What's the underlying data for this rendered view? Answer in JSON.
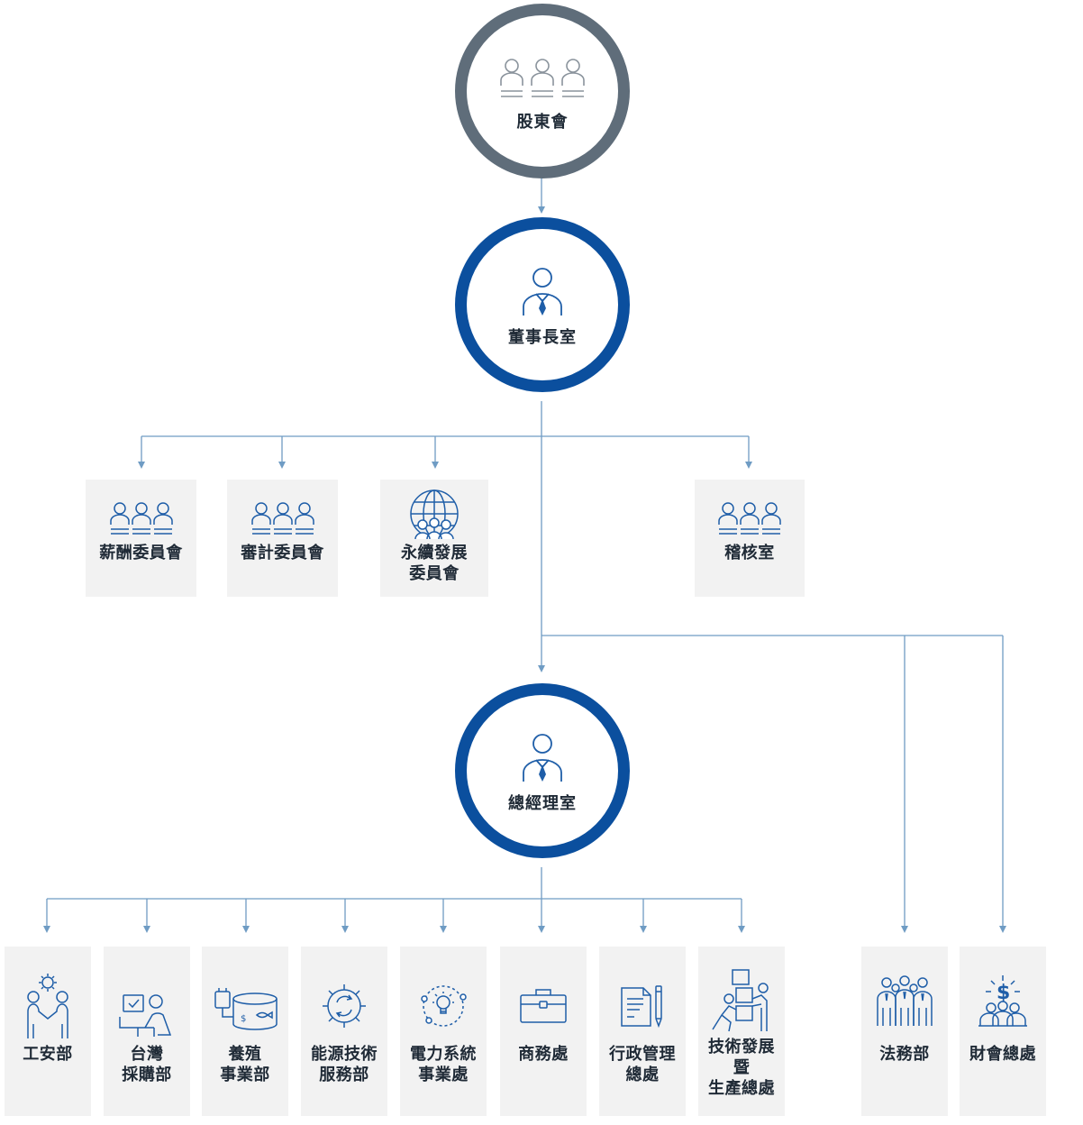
{
  "colors": {
    "shareholders_ring": "#5f6d7a",
    "executive_ring": "#0b4f9e",
    "icon_blue": "#1f5ea8",
    "icon_gray": "#6c7784",
    "connector": "#6f9cc4",
    "box_bg": "#f2f2f2"
  },
  "top": {
    "shareholders": {
      "label": "股東會",
      "icon": "three-people-icon"
    },
    "chairman": {
      "label": "董事長室",
      "icon": "businessman-icon"
    },
    "president": {
      "label": "總經理室",
      "icon": "businessman-icon"
    }
  },
  "committees": [
    {
      "label": "薪酬委員會",
      "icon": "three-people-icon"
    },
    {
      "label": "審計委員會",
      "icon": "three-people-icon"
    },
    {
      "label": "永續發展\n委員會",
      "icon": "globe-people-icon"
    },
    {
      "label": "稽核室",
      "icon": "three-people-icon"
    }
  ],
  "departments": [
    {
      "label": "工安部",
      "icon": "gear-handshake-icon"
    },
    {
      "label": "台灣\n採購部",
      "icon": "laptop-user-icon"
    },
    {
      "label": "養殖\n事業部",
      "icon": "fish-tank-icon"
    },
    {
      "label": "能源技術\n服務部",
      "icon": "gear-recycle-icon"
    },
    {
      "label": "電力系統\n事業處",
      "icon": "lightbulb-network-icon"
    },
    {
      "label": "商務處",
      "icon": "briefcase-icon"
    },
    {
      "label": "行政管理\n總處",
      "icon": "document-pen-icon"
    },
    {
      "label": "技術發展\n暨\n生產總處",
      "icon": "moving-boxes-icon"
    },
    {
      "label": "法務部",
      "icon": "team-suits-icon"
    },
    {
      "label": "財會總處",
      "icon": "dollar-team-icon"
    }
  ]
}
